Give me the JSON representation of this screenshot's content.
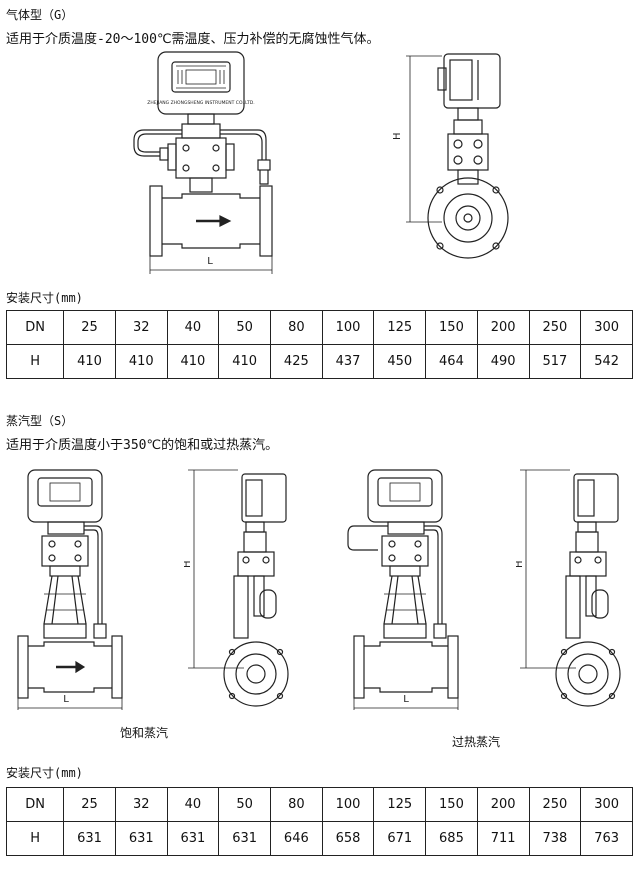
{
  "gas": {
    "heading": "气体型（G）",
    "description": "适用于介质温度-20～100℃需温度、压力补偿的无腐蚀性气体。",
    "table_caption": "安装尺寸(mm)",
    "meter_plate_text": "ZHEJIANG ZHONGSHENG INSTRUMENT CO.,LTD.",
    "dim_L": "L",
    "dim_H": "H",
    "table": {
      "row_dn_label": "DN",
      "row_h_label": "H",
      "dn": [
        "25",
        "32",
        "40",
        "50",
        "80",
        "100",
        "125",
        "150",
        "200",
        "250",
        "300"
      ],
      "h": [
        "410",
        "410",
        "410",
        "410",
        "425",
        "437",
        "450",
        "464",
        "490",
        "517",
        "542"
      ]
    }
  },
  "steam": {
    "heading": "蒸汽型（S）",
    "description": "适用于介质温度小于350℃的饱和或过热蒸汽。",
    "saturated_caption": "饱和蒸汽",
    "superheated_caption": "过热蒸汽",
    "table_caption": "安装尺寸(mm)",
    "dim_L": "L",
    "dim_H": "H",
    "table": {
      "row_dn_label": "DN",
      "row_h_label": "H",
      "dn": [
        "25",
        "32",
        "40",
        "50",
        "80",
        "100",
        "125",
        "150",
        "200",
        "250",
        "300"
      ],
      "h": [
        "631",
        "631",
        "631",
        "631",
        "646",
        "658",
        "671",
        "685",
        "711",
        "738",
        "763"
      ]
    }
  }
}
